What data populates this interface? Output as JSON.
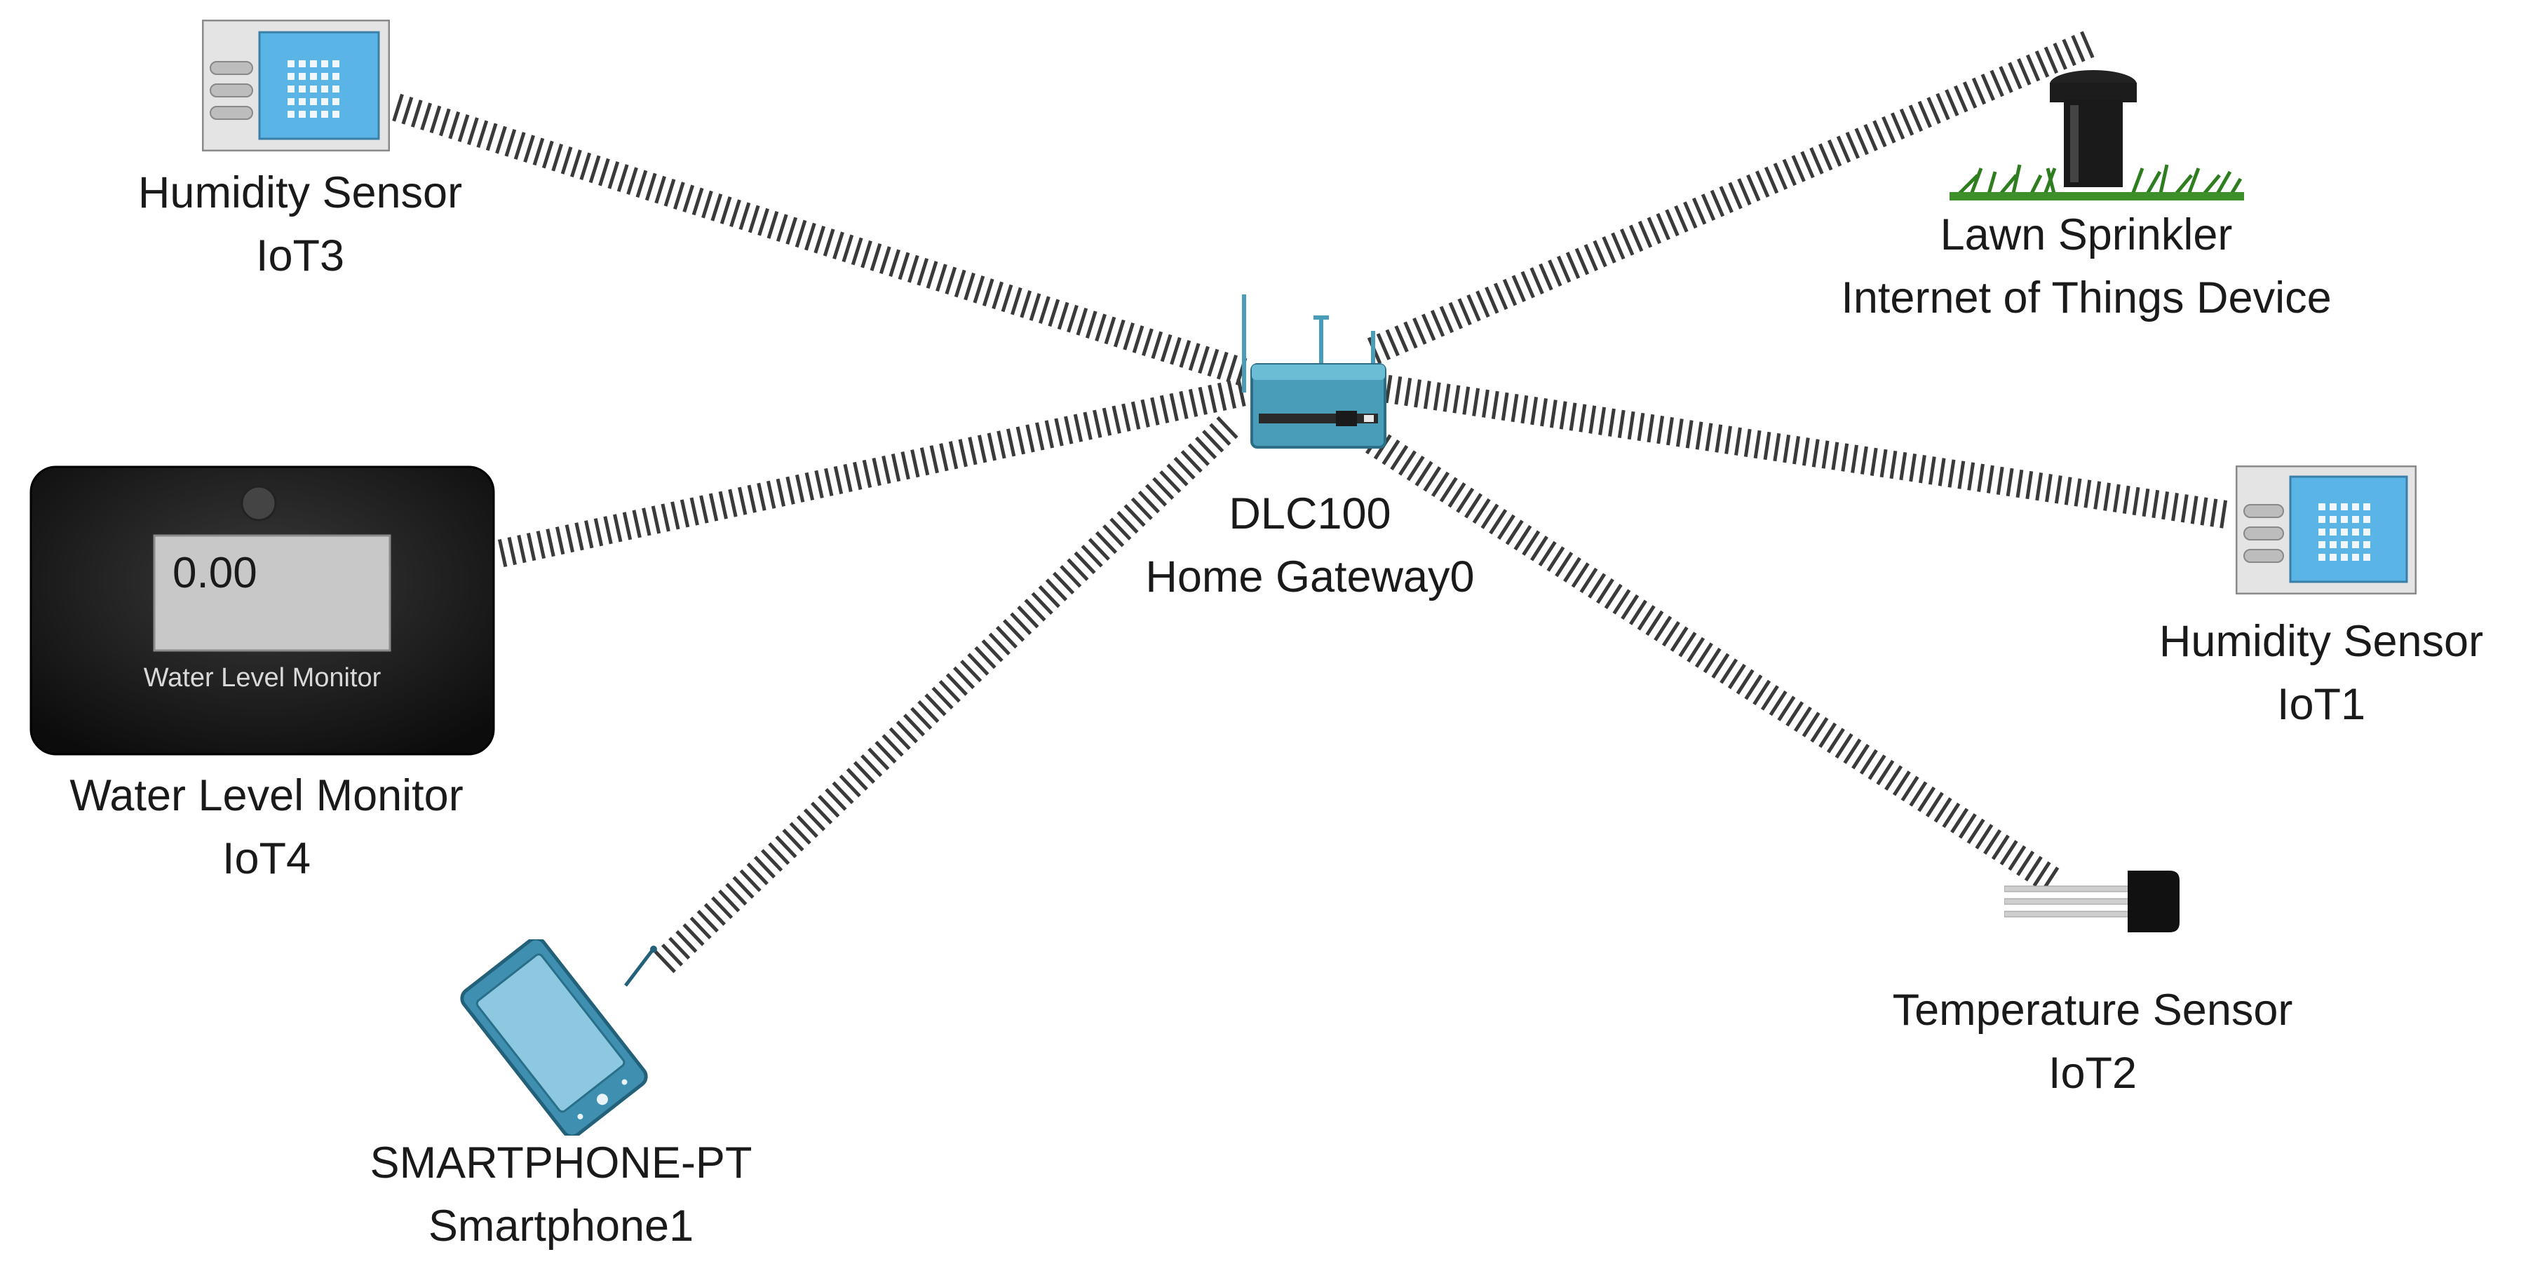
{
  "devices": {
    "gateway": {
      "model": "DLC100",
      "name": "Home Gateway0"
    },
    "iot3": {
      "model": "Humidity Sensor",
      "name": "IoT3"
    },
    "sprinkler": {
      "model": "Lawn Sprinkler",
      "name": "Internet of Things Device"
    },
    "iot4": {
      "model": "Water Level Monitor",
      "name": "IoT4",
      "reading": "0.00",
      "panel_text": "Water Level Monitor"
    },
    "iot1": {
      "model": "Humidity Sensor",
      "name": "IoT1"
    },
    "smartphone": {
      "model": "SMARTPHONE-PT",
      "name": "Smartphone1"
    },
    "iot2": {
      "model": "Temperature Sensor",
      "name": "IoT2"
    }
  },
  "links": [
    {
      "from": "gateway",
      "to": "iot3",
      "type": "wireless"
    },
    {
      "from": "gateway",
      "to": "sprinkler",
      "type": "wireless"
    },
    {
      "from": "gateway",
      "to": "iot4",
      "type": "wireless"
    },
    {
      "from": "gateway",
      "to": "iot1",
      "type": "wireless"
    },
    {
      "from": "gateway",
      "to": "smartphone",
      "type": "wireless"
    },
    {
      "from": "gateway",
      "to": "iot2",
      "type": "wireless"
    }
  ],
  "colors": {
    "link": "#3a3a3a",
    "sensor_face": "#5ab4e6",
    "gateway": "#4a9db8",
    "phone": "#3f8fb0",
    "monitor_bg": "#141414",
    "monitor_screen": "#c8c8c8",
    "grass": "#2e7d1e"
  }
}
